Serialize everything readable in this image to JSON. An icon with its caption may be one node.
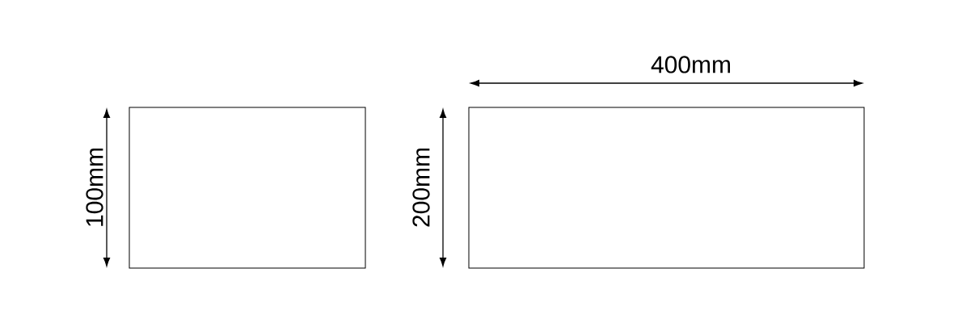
{
  "diagram": {
    "nodes": [
      {
        "text": [],
        "shape": "box"
      },
      {
        "text": [],
        "shape": "box"
      }
    ],
    "labels": [
      "400mm",
      "100mm",
      "200mm"
    ]
  }
}
